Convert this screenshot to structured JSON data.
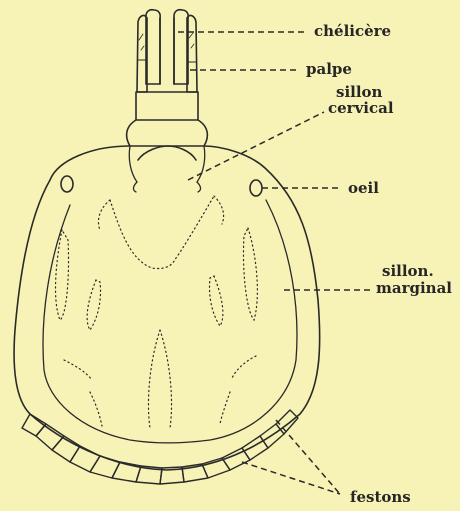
{
  "diagram": {
    "subject": "tick-dorsal-view",
    "colors": {
      "background": "#f7f2b6",
      "ink": "#2a2a2a"
    },
    "labels": {
      "chelicere": "chélicère",
      "palpe": "palpe",
      "sillon_cervical_line1": "sillon",
      "sillon_cervical_line2": "cervical",
      "oeil": "oeil",
      "sillon_marginal_line1": "sillon.",
      "sillon_marginal_line2": "marginal",
      "festons": "festons"
    }
  }
}
